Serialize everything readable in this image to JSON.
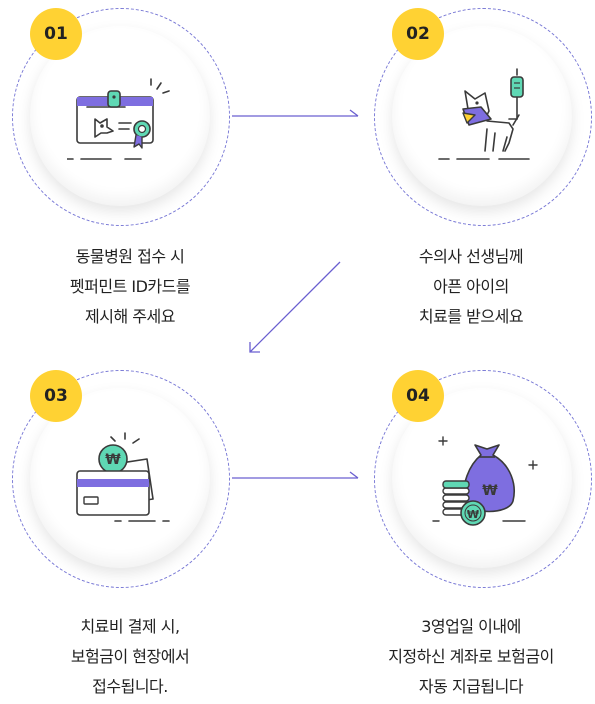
{
  "steps": [
    {
      "number": "01",
      "icon": "pet-id-card-icon",
      "lines": [
        "동물병원 접수 시",
        "펫퍼민트 ID카드를",
        "제시해 주세요"
      ]
    },
    {
      "number": "02",
      "icon": "sick-dog-iv-icon",
      "lines": [
        "수의사 선생님께",
        "아픈 아이의",
        "치료를 받으세요"
      ]
    },
    {
      "number": "03",
      "icon": "payment-card-won-icon",
      "lines": [
        "치료비 결제 시,",
        "보험금이 현장에서",
        "접수됩니다."
      ]
    },
    {
      "number": "04",
      "icon": "money-bag-coins-icon",
      "lines": [
        "3영업일 이내에",
        "지정하신 계좌로 보험금이",
        "자동 지급됩니다"
      ]
    }
  ],
  "colors": {
    "accent_purple": "#7e6ee0",
    "badge_yellow": "#ffd233",
    "mint": "#5fd8b4",
    "line": "#3a3a3a"
  }
}
